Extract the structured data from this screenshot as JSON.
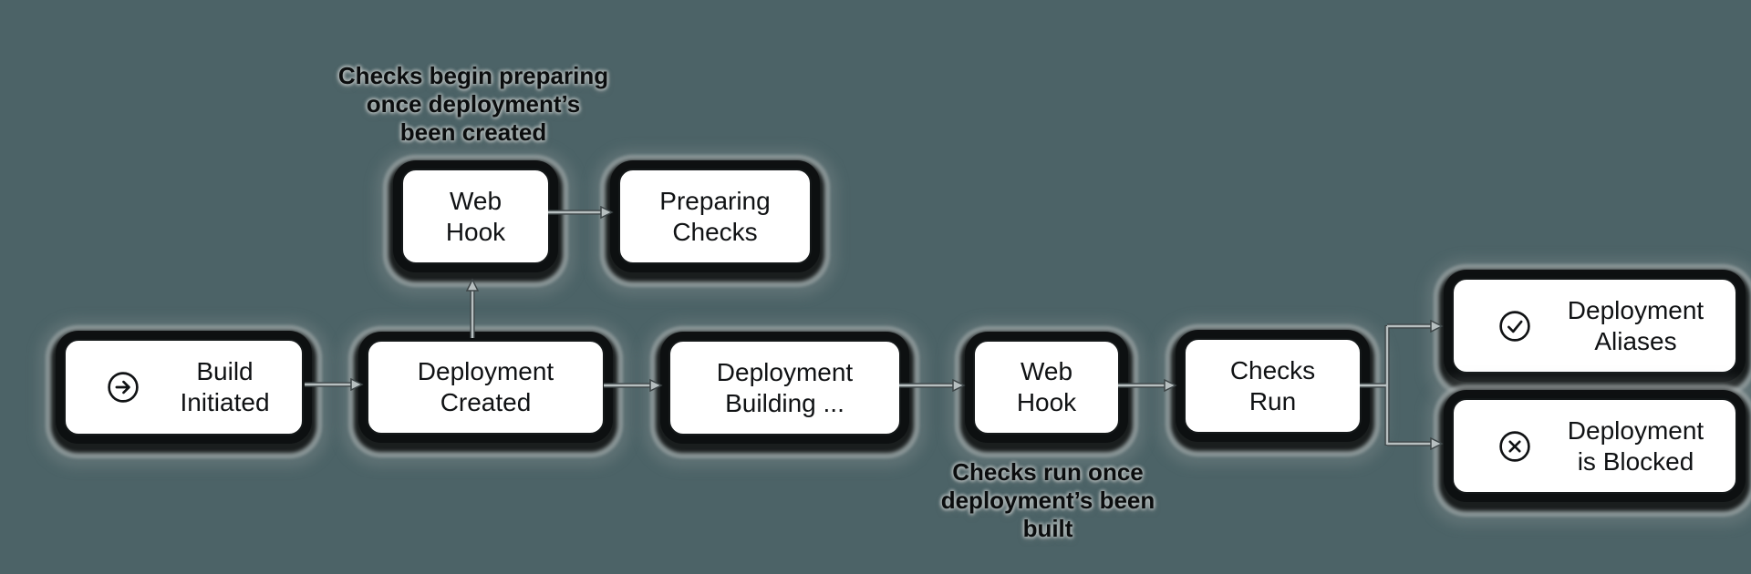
{
  "diagram": {
    "background_color": "#4c6367",
    "node_fill_color": "#ffffff",
    "node_border_color": "#141819",
    "text_color": "#101214",
    "arrow_color": "#b7bfc0",
    "arrow_edge_color": "#3e4648",
    "nodes": {
      "build_initiated": {
        "line1": "Build",
        "line2": "Initiated",
        "icon": "arrow-right-circle-icon"
      },
      "deployment_created": {
        "line1": "Deployment",
        "line2": "Created"
      },
      "deployment_building": {
        "line1": "Deployment",
        "line2": "Building ..."
      },
      "web_hook_top": {
        "line1": "Web",
        "line2": "Hook"
      },
      "preparing_checks": {
        "line1": "Preparing",
        "line2": "Checks"
      },
      "web_hook_main": {
        "line1": "Web",
        "line2": "Hook"
      },
      "checks_run": {
        "line1": "Checks",
        "line2": "Run"
      },
      "deployment_aliases": {
        "line1": "Deployment",
        "line2": "Aliases",
        "icon": "check-circle-icon"
      },
      "deployment_blocked": {
        "line1": "Deployment",
        "line2": "is Blocked",
        "icon": "x-circle-icon"
      }
    },
    "annotations": {
      "top": {
        "line1": "Checks begin preparing",
        "line2": "once deployment’s",
        "line3": "been created"
      },
      "bottom": {
        "line1": "Checks run once",
        "line2": "deployment’s been",
        "line3": "built"
      }
    }
  }
}
